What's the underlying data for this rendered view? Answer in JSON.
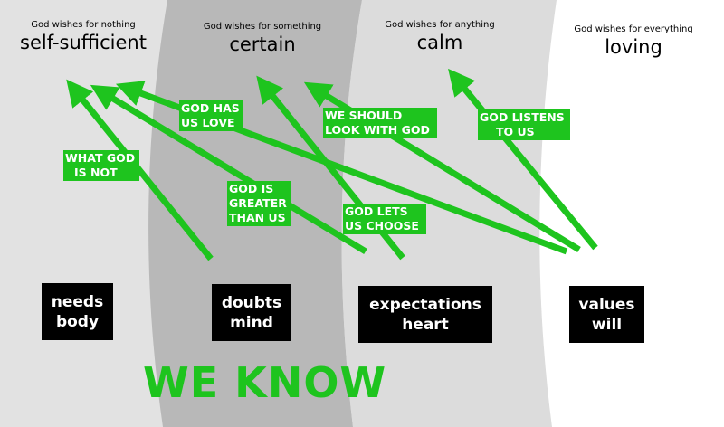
{
  "columns": [
    {
      "small": "God wishes for nothing",
      "big": "self-sufficient"
    },
    {
      "small": "God wishes for something",
      "big": "certain"
    },
    {
      "small": "God wishes for anything",
      "big": "calm"
    },
    {
      "small": "God wishes for everything",
      "big": "loving"
    }
  ],
  "boxes": [
    {
      "line1": "needs",
      "line2": "body"
    },
    {
      "line1": "doubts",
      "line2": "mind"
    },
    {
      "line1": "expectations",
      "line2": "heart"
    },
    {
      "line1": "values",
      "line2": "will"
    }
  ],
  "notes": [
    {
      "line1": "WHAT GOD",
      "line2": "IS NOT"
    },
    {
      "line1": "GOD IS",
      "line2": "GREATER",
      "line3": "THAN US"
    },
    {
      "line1": "GOD HAS",
      "line2": "US LOVE"
    },
    {
      "line1": "GOD LETS",
      "line2": "US CHOOSE"
    },
    {
      "line1": "WE SHOULD",
      "line2": "LOOK WITH GOD"
    },
    {
      "line1": "GOD LISTENS",
      "line2": "TO US"
    }
  ],
  "footer": {
    "text": "WE KNOW"
  },
  "colors": {
    "accent": "#1ec41e",
    "band1": "#e2e2e2",
    "band2": "#b8b8b8",
    "band3": "#dcdcdc",
    "band4": "#ffffff"
  }
}
